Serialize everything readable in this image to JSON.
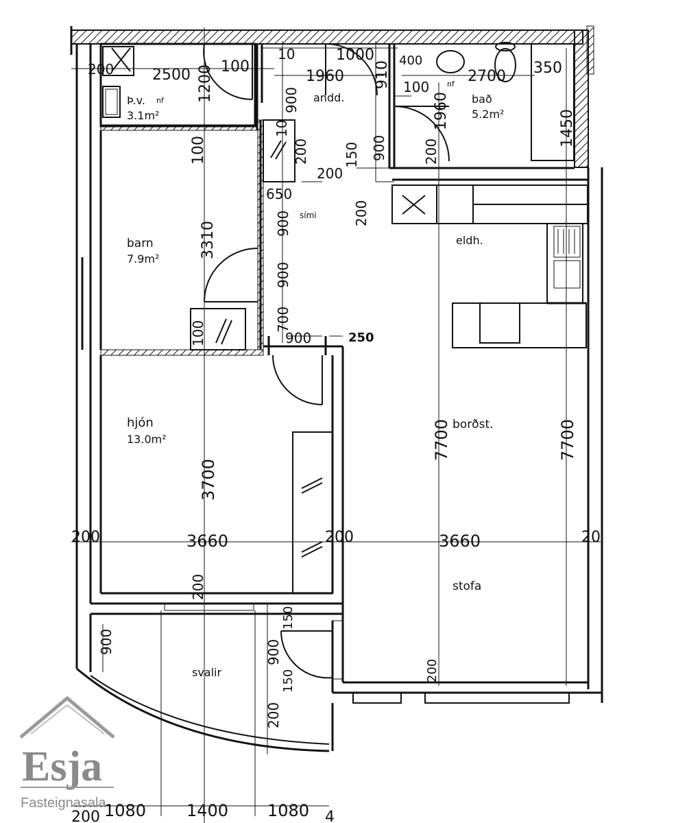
{
  "plan": {
    "rooms": [
      {
        "id": "wc",
        "name": "Þ.v.",
        "tag": "nf",
        "area": "3.1m²"
      },
      {
        "id": "andd",
        "name": "andd."
      },
      {
        "id": "bad",
        "name": "bað",
        "tag": "nf",
        "area": "5.2m²"
      },
      {
        "id": "barn",
        "name": "barn",
        "area": "7.9m²"
      },
      {
        "id": "simi",
        "name": "sími"
      },
      {
        "id": "eldh",
        "name": "eldh."
      },
      {
        "id": "hjon",
        "name": "hjón",
        "area": "13.0m²"
      },
      {
        "id": "borost",
        "name": "borðst."
      },
      {
        "id": "stofa",
        "name": "stofa"
      },
      {
        "id": "svalir",
        "name": "svalir"
      }
    ],
    "dimensions": {
      "top_200": "200",
      "top_2500": "2500",
      "top_100_a": "100",
      "top_10": "10",
      "top_1960": "1960",
      "top_1000": "1000",
      "top_910": "910",
      "top_400": "400",
      "top_2700": "2700",
      "top_350": "350",
      "top_900": "900",
      "top_100_b": "100",
      "v_1960": "1960",
      "v_1450": "1450",
      "v_1200": "1200",
      "v_900_a": "900",
      "v_10": "10",
      "v_200_a": "200",
      "h_200": "200",
      "v_150": "150",
      "v_900_b": "900",
      "v_200_b": "200",
      "v_200_c": "200",
      "v_100_a": "100",
      "v_3310": "3310",
      "h_650": "650",
      "v_900_c": "900",
      "v_900_d": "900",
      "v_700": "700",
      "v_100_b": "100",
      "h_900": "900",
      "h_250": "250",
      "v_7700_a": "7700",
      "v_7700_b": "7700",
      "v_3700": "3700",
      "h_200_l": "200",
      "h_3660_a": "3660",
      "h_200_m": "200",
      "h_3660_b": "3660",
      "h_20_r": "20",
      "v_200_d": "200",
      "v_900_e": "900",
      "v_150_a": "150",
      "v_900_f": "900",
      "v_150_b": "150",
      "v_200_e": "200",
      "v_200_f": "200",
      "b_200": "200",
      "b_1080_a": "1080",
      "b_1400": "1400",
      "b_1080_b": "1080",
      "b_4": "4"
    }
  },
  "logo": {
    "brand": "Esja",
    "subtitle": "Fasteignasala"
  }
}
